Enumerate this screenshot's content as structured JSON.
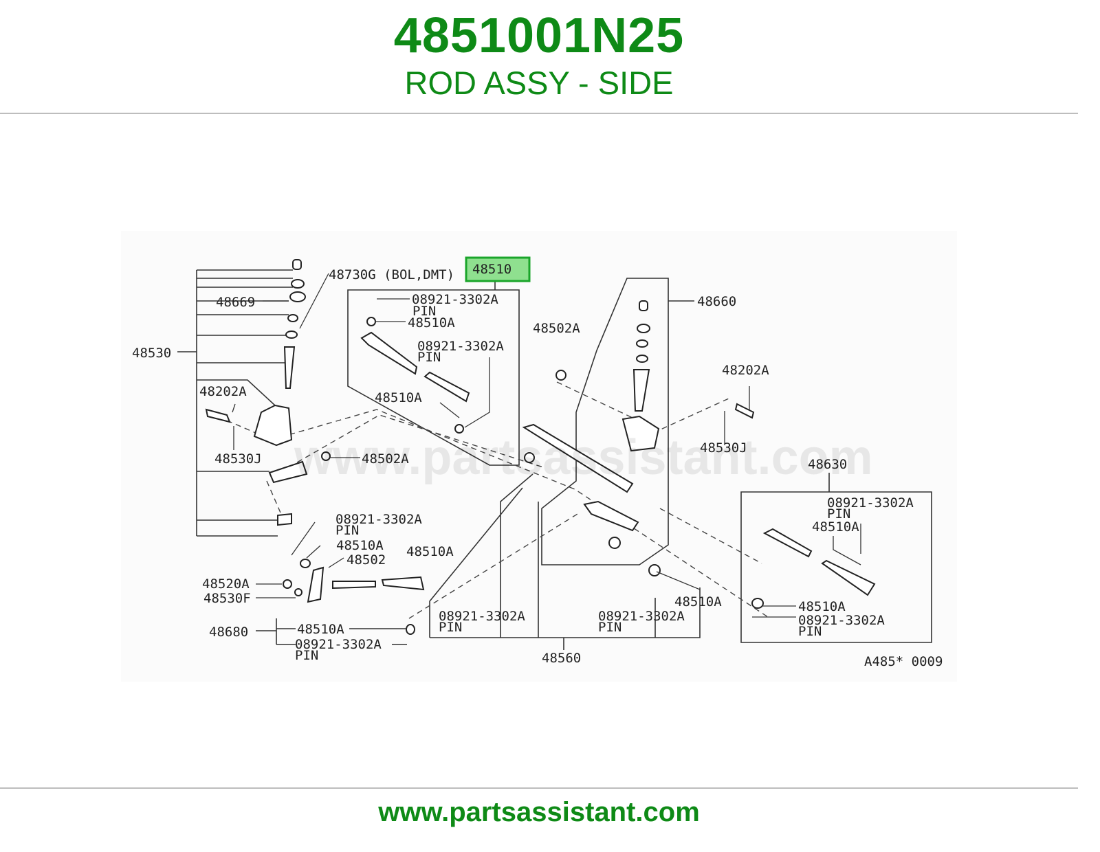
{
  "header": {
    "part_number": "4851001N25",
    "description": "ROD ASSY - SIDE"
  },
  "footer": {
    "url": "www.partsassistant.com"
  },
  "diagram": {
    "watermark": "www.partsassistant.com",
    "highlight_color": "#8fe08f",
    "accent_color": "#0e8a16",
    "labels": {
      "highlight": "48510",
      "l48730g": "48730G (BOL,DMT)",
      "l48669": "48669",
      "l48530": "48530",
      "l48202a_l": "48202A",
      "l48530j_l": "48530J",
      "l48502a_m": "48502A",
      "top_pin": "08921-3302A",
      "top_pin_sub": "PIN",
      "top_48510a": "48510A",
      "top_pin2": "08921-3302A",
      "top_pin2_sub": "PIN",
      "mid_48510a": "48510A",
      "r48502a": "48502A",
      "l48660": "48660",
      "r48202a": "48202A",
      "r48530j": "48530J",
      "l48630": "48630",
      "rb_pin": "08921-3302A",
      "rb_pin_sub": "PIN",
      "rb_48510a": "48510A",
      "rb_48510a2": "48510A",
      "rb_pin2": "08921-3302A",
      "rb_pin2_sub": "PIN",
      "lb_pin": "08921-3302A",
      "lb_pin_sub": "PIN",
      "lb_48510a": "48510A",
      "lb_48502": "48502",
      "lb_48510a2": "48510A",
      "l48520a": "48520A",
      "l48530f": "48530F",
      "l48680": "48680",
      "b48510a": "48510A",
      "b_pin": "08921-3302A",
      "b_pin_sub": "PIN",
      "c_pin": "08921-3302A",
      "c_pin_sub": "PIN",
      "c2_pin": "08921-3302A",
      "c2_pin_sub": "PIN",
      "c_48510a": "48510A",
      "l48560": "48560",
      "ref_code": "A485* 0009"
    }
  }
}
